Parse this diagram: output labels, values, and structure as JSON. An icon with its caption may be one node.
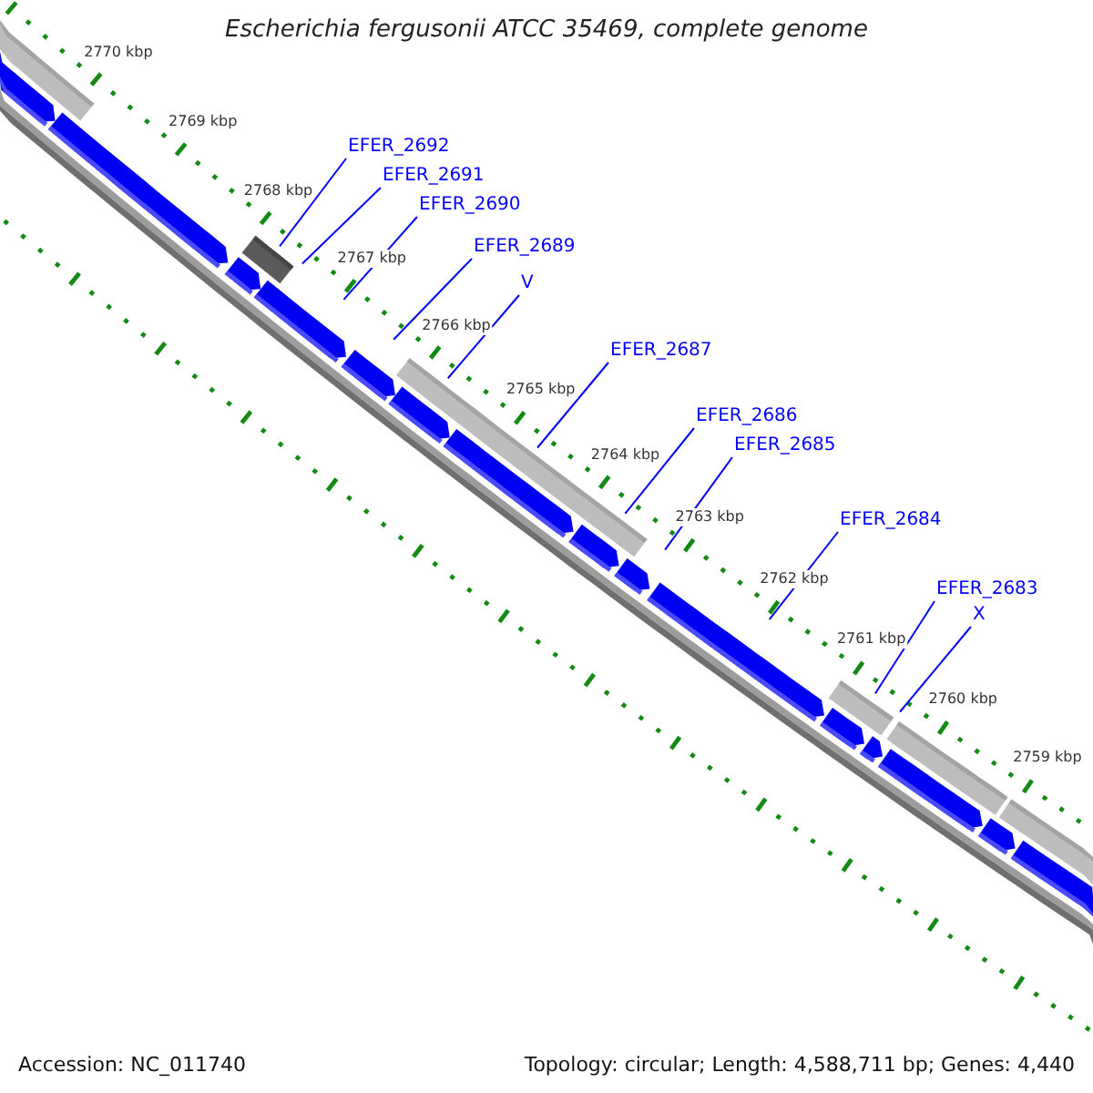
{
  "diagram": {
    "title": "Escherichia fergusonii ATCC 35469, complete genome",
    "nodes": [
      {
        "text": [
          "EFER_2692"
        ]
      },
      {
        "text": [
          "EFER_2691"
        ]
      },
      {
        "text": [
          "EFER_2690"
        ]
      },
      {
        "text": [
          "EFER_2689"
        ]
      },
      {
        "text": [
          "V"
        ]
      },
      {
        "text": [
          "EFER_2687"
        ]
      },
      {
        "text": [
          "EFER_2686"
        ]
      },
      {
        "text": [
          "EFER_2685"
        ]
      },
      {
        "text": [
          "EFER_2684"
        ]
      },
      {
        "text": [
          "EFER_2683"
        ]
      },
      {
        "text": [
          "X"
        ]
      }
    ],
    "edges": [
      {
        "from": 0,
        "to": null,
        "arrow": "none"
      },
      {
        "from": 1,
        "to": null,
        "arrow": "none"
      },
      {
        "from": 2,
        "to": null,
        "arrow": "none"
      },
      {
        "from": 3,
        "to": null,
        "arrow": "none"
      },
      {
        "from": 4,
        "to": null,
        "arrow": "none"
      },
      {
        "from": 5,
        "to": null,
        "arrow": "none"
      },
      {
        "from": 6,
        "to": null,
        "arrow": "none"
      },
      {
        "from": 7,
        "to": null,
        "arrow": "none"
      },
      {
        "from": 8,
        "to": null,
        "arrow": "none"
      },
      {
        "from": 9,
        "to": null,
        "arrow": "none"
      },
      {
        "from": 10,
        "to": null,
        "arrow": "none"
      }
    ],
    "labels": [
      "2770 kbp",
      "2769 kbp",
      "2768 kbp",
      "2767 kbp",
      "2766 kbp",
      "2765 kbp",
      "2764 kbp",
      "2763 kbp",
      "2762 kbp",
      "2761 kbp",
      "2760 kbp",
      "2759 kbp",
      "Accession: NC_011740",
      "Topology: circular; Length: 4,588,711 bp; Genes: 4,440"
    ]
  }
}
